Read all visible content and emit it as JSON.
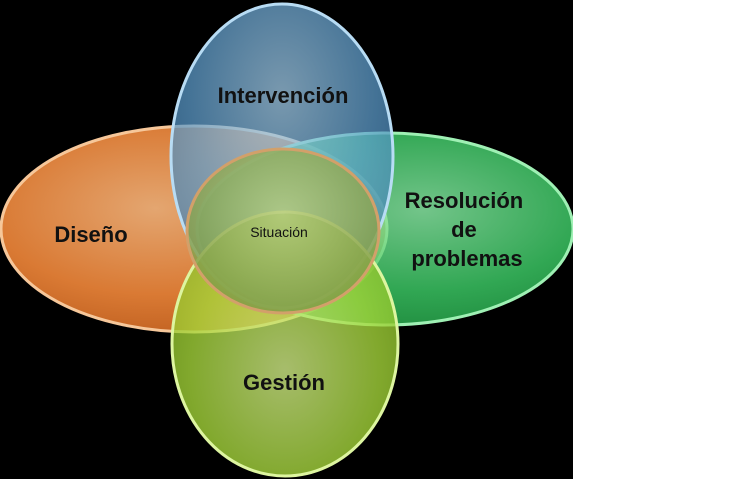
{
  "diagram": {
    "background_color": "#000000",
    "page_background_color": "#ffffff",
    "shapes": [
      {
        "key": "intervencion",
        "label_lines": [
          "Intervención"
        ],
        "color": "#4a8fc4",
        "color_light": "#8ec3ea"
      },
      {
        "key": "diseno",
        "label_lines": [
          "Diseño"
        ],
        "color": "#e8772c",
        "color_light": "#f4a868"
      },
      {
        "key": "resolucion",
        "label_lines": [
          "Resolución",
          "de",
          "problemas"
        ],
        "color": "#2ec45a",
        "color_light": "#7ee79a"
      },
      {
        "key": "gestion",
        "label_lines": [
          "Gestión"
        ],
        "color": "#9ad12a",
        "color_light": "#cdee7a"
      },
      {
        "key": "situacion",
        "label_lines": [
          "Situación"
        ],
        "color": "#8aa84a",
        "color_light": "#b5c97a"
      }
    ]
  }
}
